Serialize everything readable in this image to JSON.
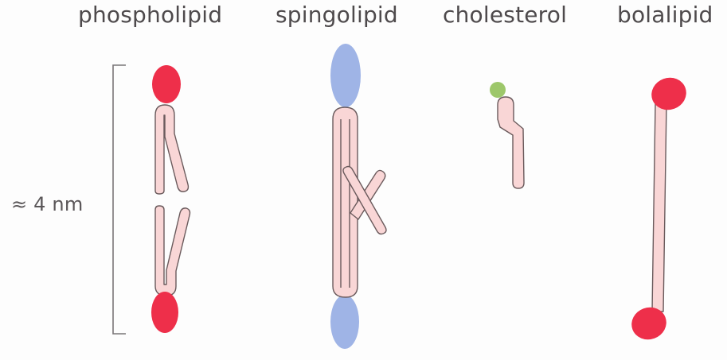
{
  "labels": {
    "phospholipid": "phospholipid",
    "spingolipid": "spingolipid",
    "cholesterol": "cholesterol",
    "bolalipid": "bolalipid",
    "scale": "≈ 4 nm"
  },
  "colors": {
    "polar_head_red": "#ee2f4a",
    "polar_head_blue": "#9fb4e6",
    "cholesterol_head_green": "#9dc76a",
    "tail_fill": "#f9d6d6",
    "tail_outline": "#6a5a5c",
    "bracket": "#7a7678",
    "text": "#4e4a4c"
  }
}
